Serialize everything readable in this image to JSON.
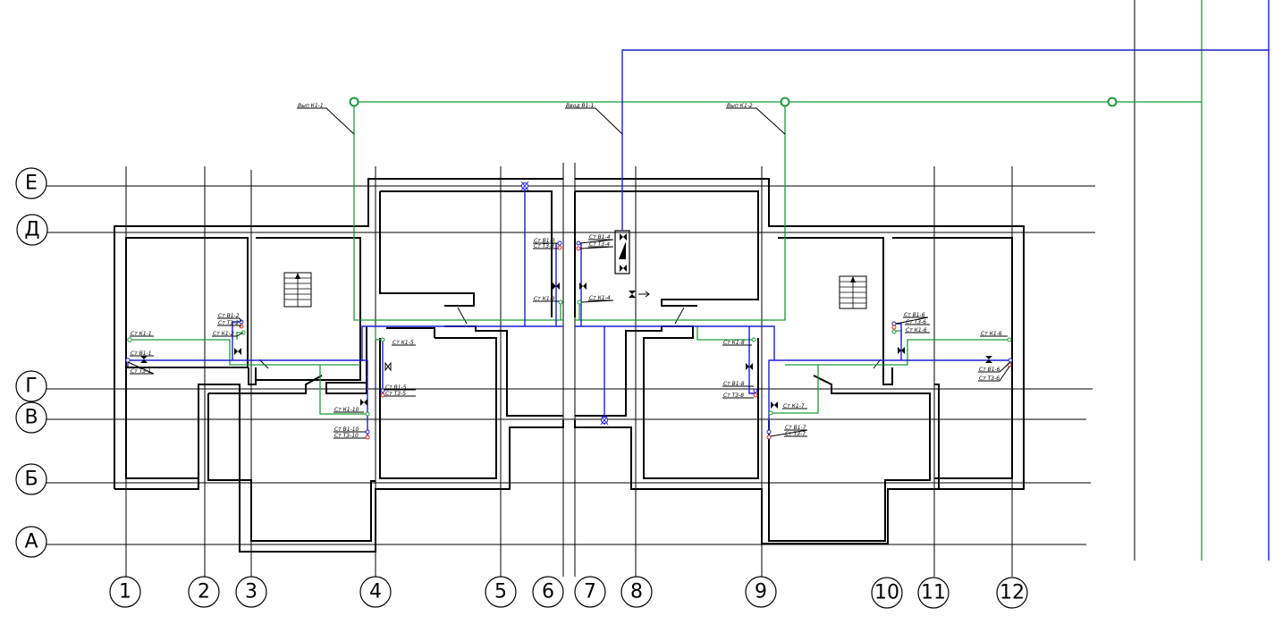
{
  "axes_rows": [
    {
      "label": "Е"
    },
    {
      "label": "Д"
    },
    {
      "label": "Г"
    },
    {
      "label": "В"
    },
    {
      "label": "Б"
    },
    {
      "label": "А"
    }
  ],
  "axes_cols": [
    {
      "label": "1"
    },
    {
      "label": "2"
    },
    {
      "label": "3"
    },
    {
      "label": "4"
    },
    {
      "label": "5"
    },
    {
      "label": "6"
    },
    {
      "label": "7"
    },
    {
      "label": "8"
    },
    {
      "label": "9"
    },
    {
      "label": "10"
    },
    {
      "label": "11"
    },
    {
      "label": "12"
    }
  ],
  "outlets": {
    "k1_1": "Вып К1-1",
    "v1_1": "Ввод В1-1",
    "k1_2": "Вып К1-2"
  },
  "risers": {
    "left_group_a": [
      "Ст В1-2",
      "Ст Т3-2",
      "Ст К1-2"
    ],
    "left_k1_1": "Ст К1-1",
    "left_b1_1": [
      "Ст В1-1",
      "Ст Т3-1"
    ],
    "center_k1_5": "Ст К1-5",
    "center_b1_5": [
      "Ст В1-5",
      "Ст Т3-5"
    ],
    "center_k1_10": "Ст К1-10",
    "center_b1_10": [
      "Ст В1-10",
      "Ст Т3-10"
    ],
    "mid_left": [
      "Ст В1-3",
      "Ст Т3-3"
    ],
    "mid_left_k": "Ст К1-3",
    "mid_right": [
      "Ст В1-4",
      "Ст Т3-4"
    ],
    "mid_right_k": "Ст К1-4",
    "right_k1_8": "Ст К1-8",
    "right_b1_8": [
      "Ст В1-8",
      "Ст Т3-8"
    ],
    "right_k1_7": "Ст К1-7",
    "right_b1_7": [
      "Ст В1-7",
      "Ст Т3-7"
    ],
    "right_group": [
      "Ст В1-6",
      "Ст Т3-6",
      "Ст К1-6"
    ],
    "right_k1_6": "Ст К1-6",
    "right_b1_6": [
      "Ст В1-6",
      "Ст Т3-6"
    ]
  },
  "colors": {
    "water_supply": "#1f1fcc",
    "sewer": "#1d9a3c",
    "hot_water": "#d42020",
    "walls": "#000000"
  }
}
